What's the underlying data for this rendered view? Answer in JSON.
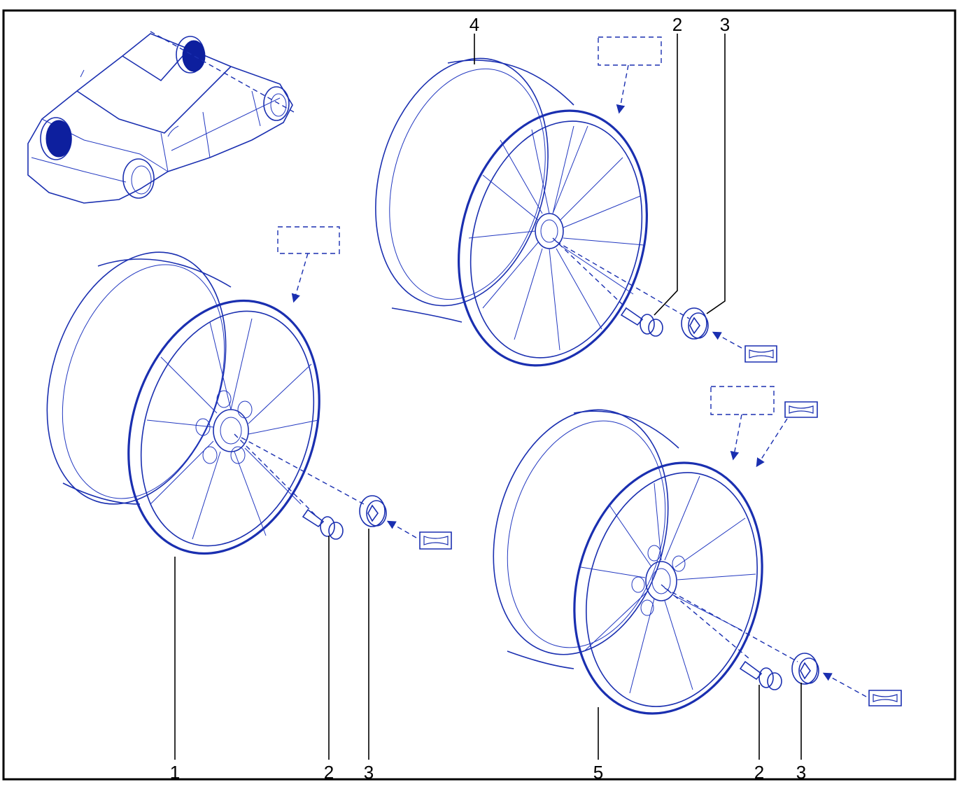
{
  "callouts": {
    "wheel_front_left": "1",
    "bolt_front_left": "2",
    "cap_front_left": "3",
    "wheel_top": "4",
    "bolt_top": "2",
    "cap_top": "3",
    "wheel_right": "5",
    "bolt_right": "2",
    "cap_right": "3"
  },
  "colors": {
    "ink": "#1a2fb0",
    "frame": "#000000",
    "background": "#ffffff"
  },
  "icons": {
    "vehicle": "car-location-icon",
    "torque_box": "torque-label-icon",
    "ref_box": "reference-placeholder-icon"
  }
}
